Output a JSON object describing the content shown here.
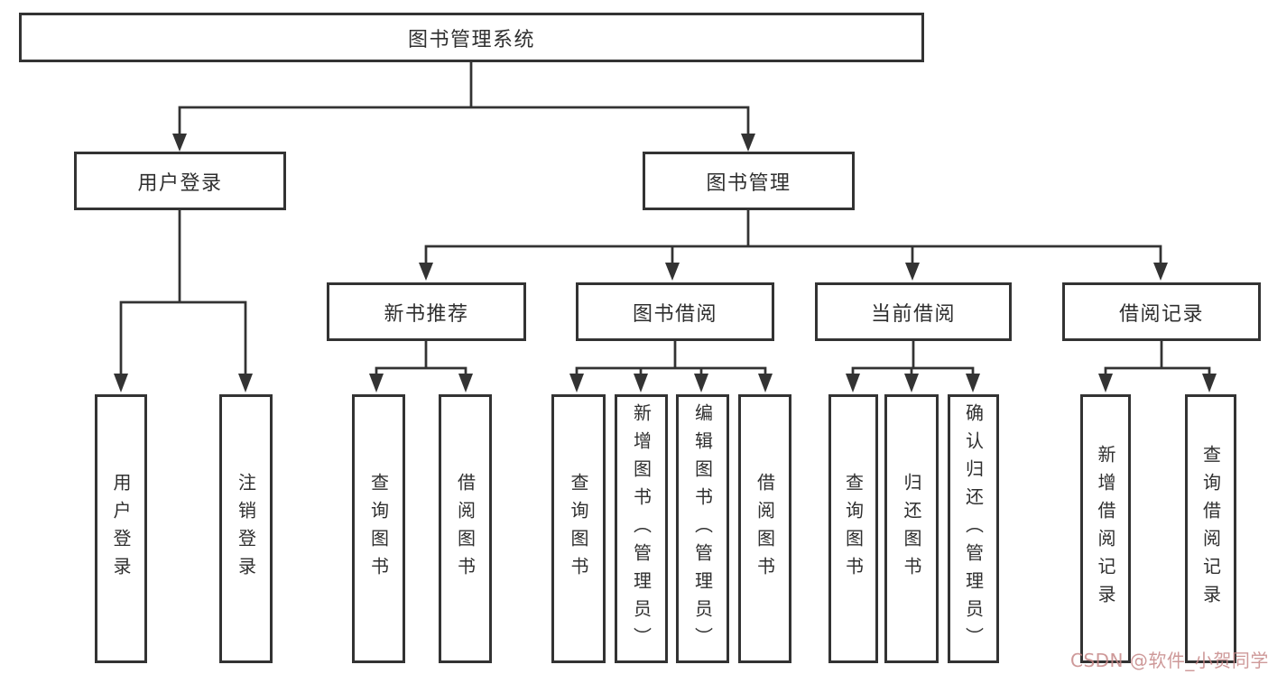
{
  "diagram": {
    "root": {
      "label": "图书管理系统"
    },
    "branches": [
      {
        "label": "用户登录",
        "children": [
          {
            "label": "用户登录"
          },
          {
            "label": "注销登录"
          }
        ]
      },
      {
        "label": "图书管理",
        "children": [
          {
            "label": "新书推荐",
            "children": [
              {
                "label": "查询图书"
              },
              {
                "label": "借阅图书"
              }
            ]
          },
          {
            "label": "图书借阅",
            "children": [
              {
                "label": "查询图书"
              },
              {
                "label": "新增图书（管理员）"
              },
              {
                "label": "编辑图书（管理员）"
              },
              {
                "label": "借阅图书"
              }
            ]
          },
          {
            "label": "当前借阅",
            "children": [
              {
                "label": "查询图书"
              },
              {
                "label": "归还图书"
              },
              {
                "label": "确认归还（管理员）"
              }
            ]
          },
          {
            "label": "借阅记录",
            "children": [
              {
                "label": "新增借阅记录"
              },
              {
                "label": "查询借阅记录"
              }
            ]
          }
        ]
      }
    ]
  },
  "watermark": {
    "text": "CSDN @软件_小贺同学"
  },
  "colors": {
    "line": "#333333",
    "text": "#2f2f2f",
    "watermark": "#c68787",
    "background": "#ffffff"
  }
}
